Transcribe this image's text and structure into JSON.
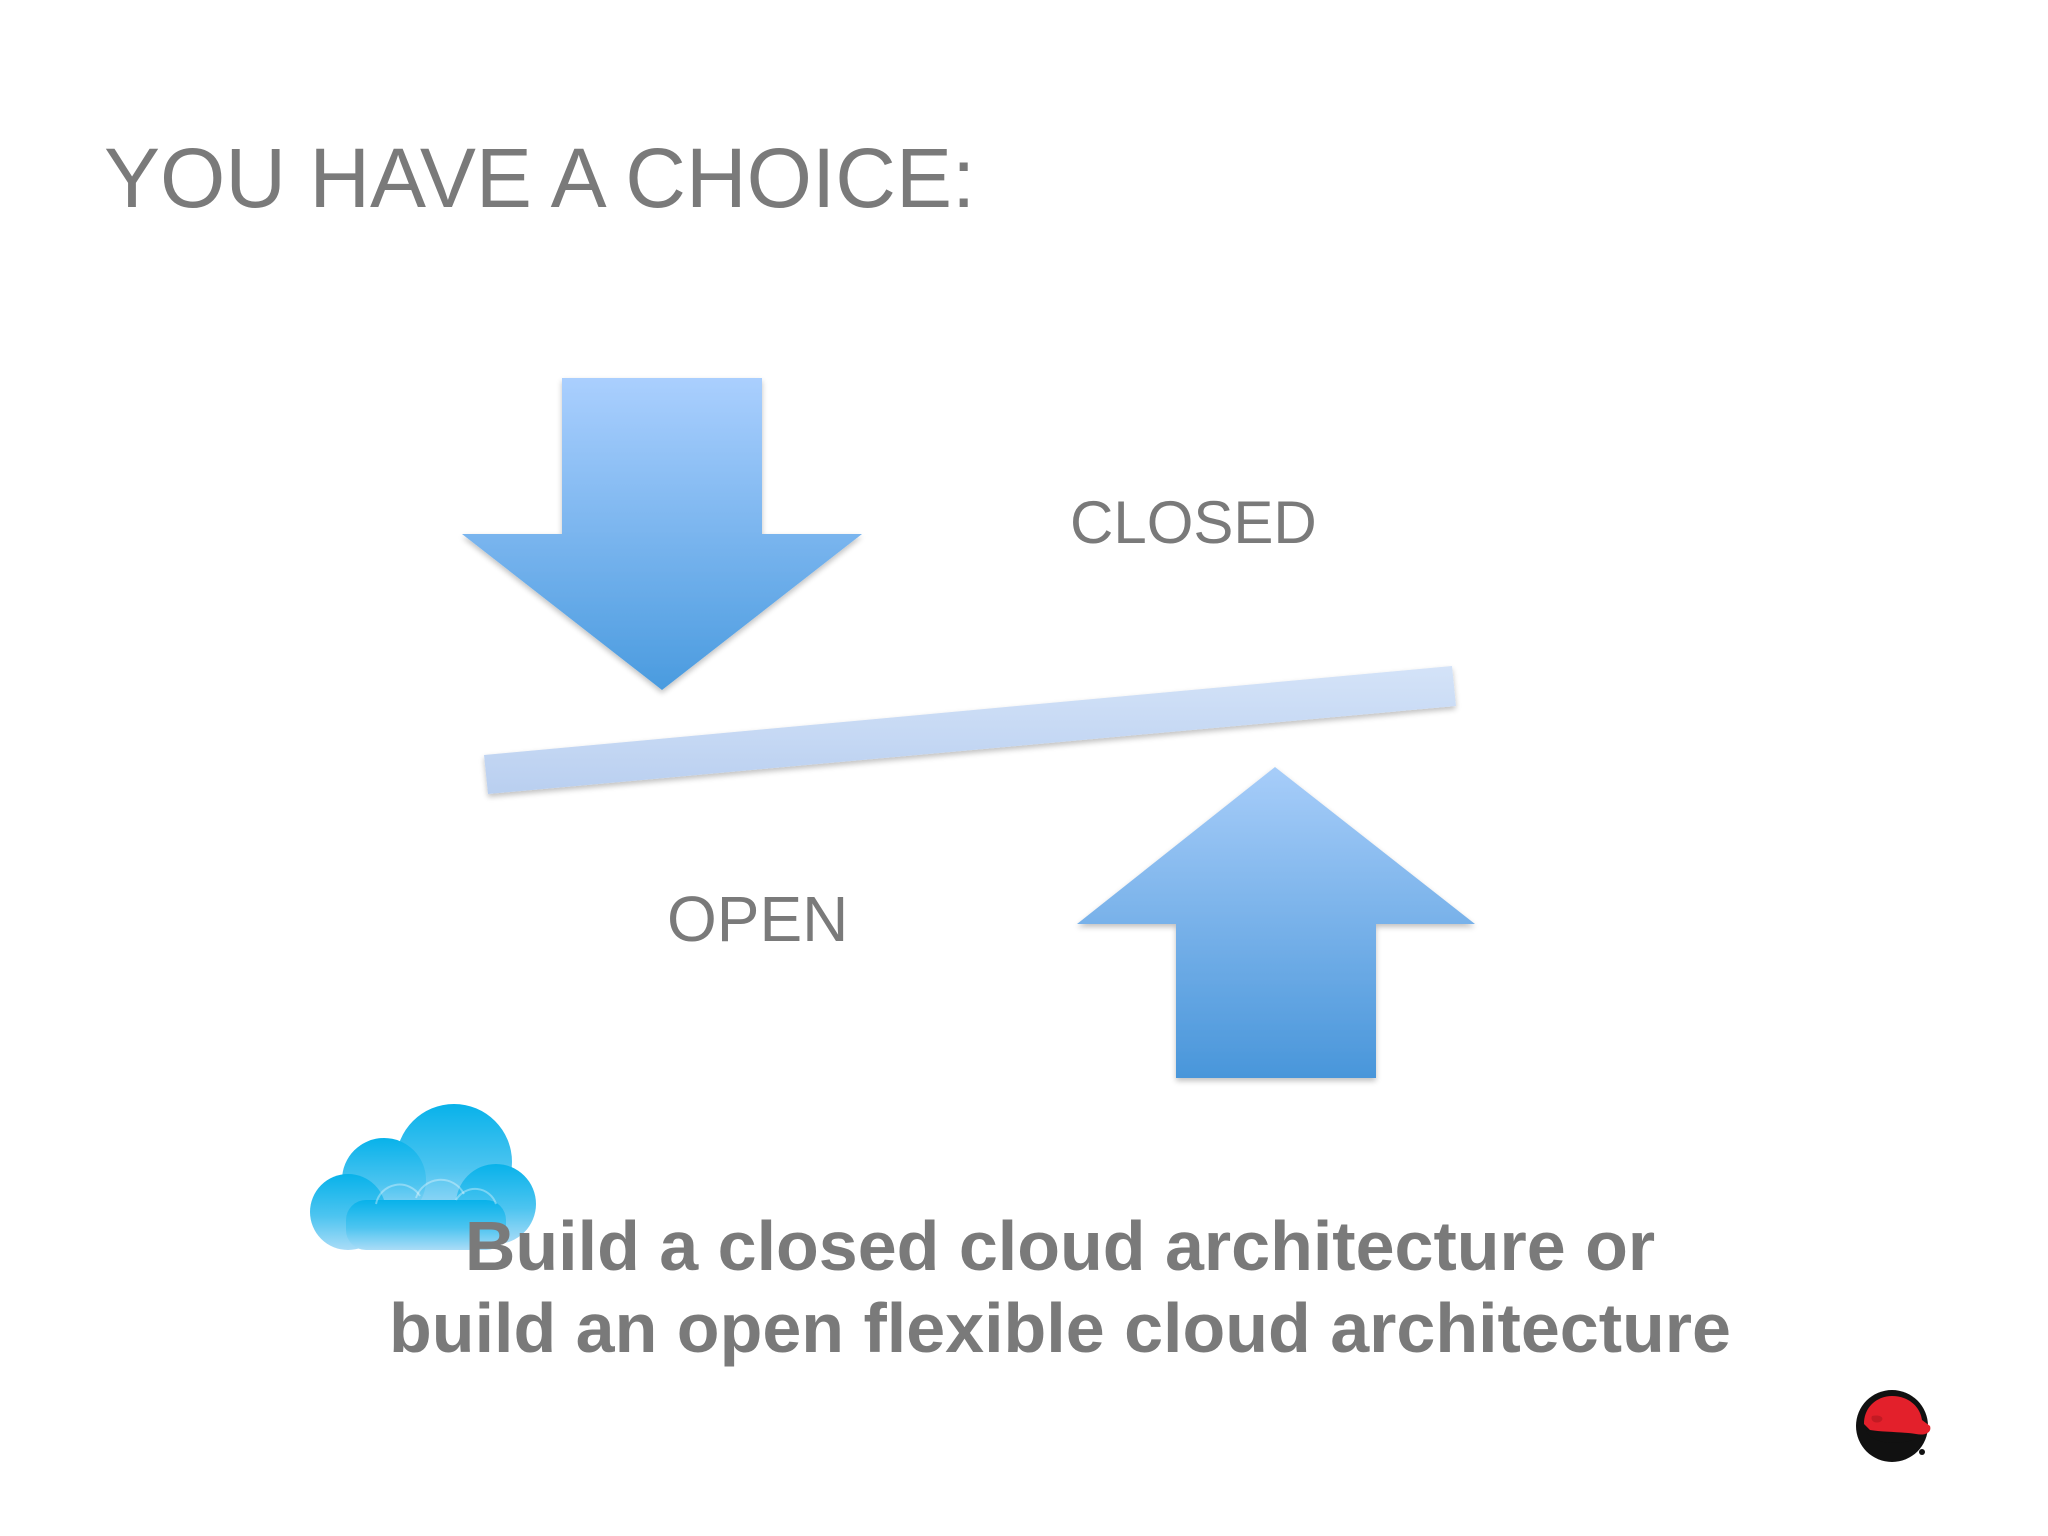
{
  "slide": {
    "title": "YOU HAVE A CHOICE:",
    "diagram": {
      "closed_label": "CLOSED",
      "open_label": "OPEN"
    },
    "caption": {
      "line1": "Build a closed cloud architecture or",
      "line2": "build an open flexible cloud architecture"
    },
    "icons": {
      "down_arrow": "arrow-down-icon",
      "up_arrow": "arrow-up-icon",
      "cloud": "cloud-icon",
      "logo": "red-hat-logo"
    },
    "colors": {
      "text": "#7a7a7a",
      "arrow_top": "#a9cdfd",
      "arrow_bottom": "#4f9ee0",
      "bar": "#c7d9f3",
      "cloud_top": "#0bb4ea",
      "cloud_bottom": "#a6daf6",
      "logo_red": "#e3202b"
    }
  }
}
